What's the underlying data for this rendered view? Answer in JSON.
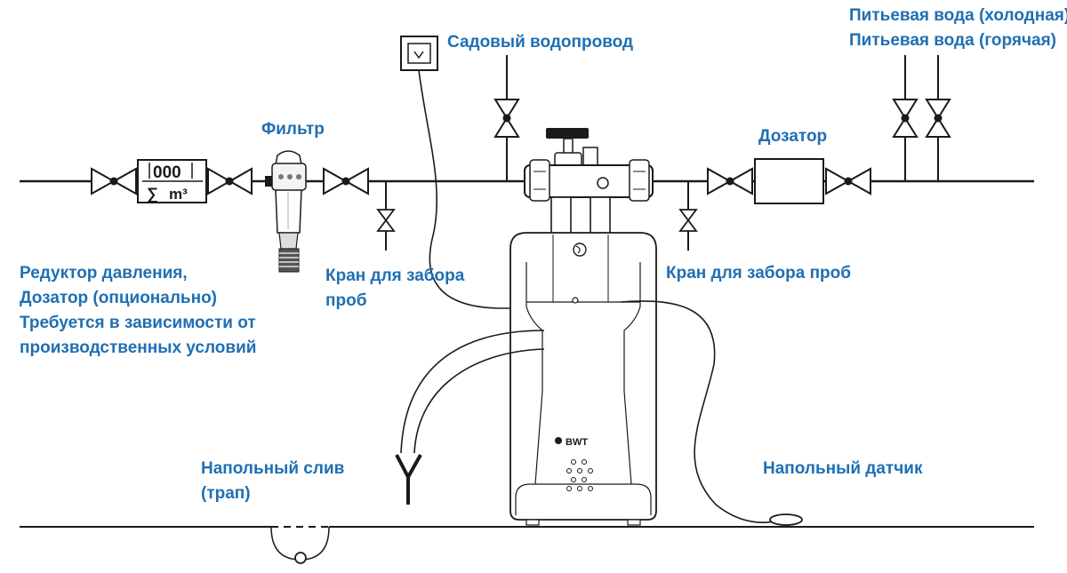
{
  "colors": {
    "label": "#1f6fb3",
    "line": "#1a1a1a",
    "background": "#ffffff"
  },
  "labels": {
    "garden_supply": "Садовый водопровод",
    "drinking_cold": "Питьевая вода (холодная)",
    "drinking_hot": "Питьевая вода (горячая)",
    "filter": "Фильтр",
    "dosing_unit": "Дозатор",
    "pressure_reducer_lines": [
      "Редуктор давления,",
      "Дозатор (опционально)",
      "Требуется в зависимости от",
      "производственных условий"
    ],
    "sample_tap_left_lines": [
      "Кран для забора",
      "проб"
    ],
    "sample_tap_right": "Кран для забора проб",
    "floor_drain_lines": [
      "Напольный слив",
      "(трап)"
    ],
    "floor_sensor": "Напольный датчик"
  },
  "meter": {
    "count": "000",
    "unit_sum": "∑",
    "unit": "m³"
  },
  "softener": {
    "brand": "BWT"
  },
  "icons": [
    "gate-valve-icon",
    "water-meter-icon",
    "filter-icon",
    "sample-tap-icon",
    "power-socket-icon",
    "softener-unit-icon",
    "floor-drain-icon",
    "floor-sensor-icon",
    "doser-icon"
  ]
}
